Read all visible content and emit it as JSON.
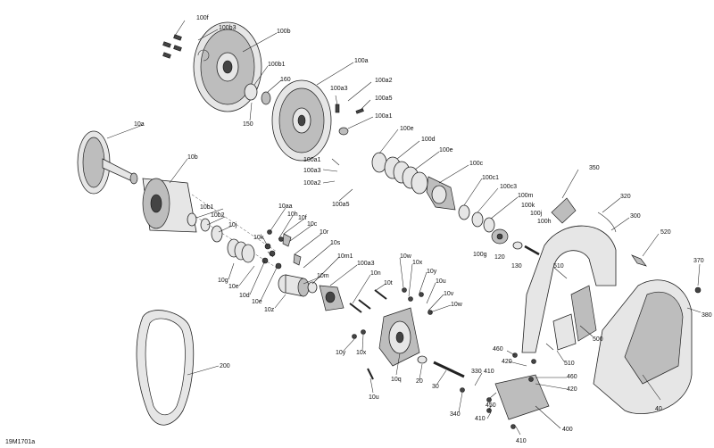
{
  "diagram": {
    "reference_code": "19M1701a",
    "callouts": [
      "100f",
      "100b3",
      "100b",
      "100b1",
      "160",
      "150",
      "100a",
      "100a3",
      "100a2",
      "100a5",
      "100a1",
      "10a",
      "10b",
      "100e",
      "100d",
      "100a1",
      "100a3",
      "100a2",
      "100a5",
      "100e",
      "100c",
      "100c1",
      "100c3",
      "100m",
      "10aa",
      "10h",
      "10b1",
      "10b2",
      "10j",
      "10f",
      "10c",
      "10k",
      "10r",
      "10s",
      "100k",
      "100j",
      "100h",
      "350",
      "320",
      "300",
      "100g",
      "120",
      "130",
      "520",
      "10g",
      "10e",
      "10d",
      "10e",
      "10z",
      "10m1",
      "10m",
      "100a3",
      "10n",
      "10t",
      "10w",
      "10x",
      "10y",
      "10u",
      "10v",
      "10w",
      "510",
      "500",
      "370",
      "380",
      "10y",
      "10x",
      "10q",
      "20",
      "30",
      "460",
      "420",
      "510",
      "200",
      "330",
      "410",
      "460",
      "420",
      "340",
      "450",
      "410",
      "400",
      "410",
      "10u",
      "40"
    ]
  }
}
